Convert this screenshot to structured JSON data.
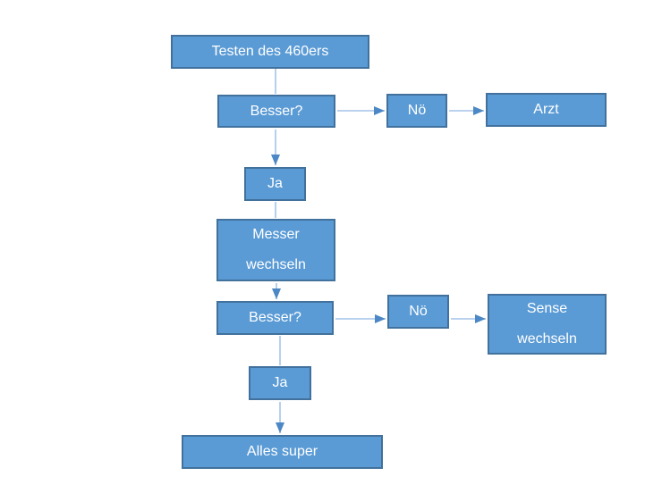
{
  "diagram": {
    "type": "flowchart",
    "language": "de"
  },
  "colors": {
    "box_fill": "#5B9BD5",
    "box_border": "#41719C",
    "connector_line": "#A3C4E9",
    "connector_head": "#4C87C6",
    "text": "#FFFFFF",
    "background": "#FFFFFF"
  },
  "nodes": {
    "testen": {
      "label": "Testen des 460ers"
    },
    "besser1": {
      "label": "Besser?"
    },
    "noe1": {
      "label": "Nö"
    },
    "arzt": {
      "label": "Arzt"
    },
    "ja1": {
      "label": "Ja"
    },
    "messer": {
      "label": "Messer wechseln"
    },
    "besser2": {
      "label": "Besser?"
    },
    "noe2": {
      "label": "Nö"
    },
    "sense": {
      "label": "Sense wechseln"
    },
    "ja2": {
      "label": "Ja"
    },
    "alles": {
      "label": "Alles super"
    }
  },
  "edges": [
    {
      "from": "testen",
      "to": "besser1",
      "arrowhead": false
    },
    {
      "from": "besser1",
      "to": "noe1",
      "arrowhead": true
    },
    {
      "from": "noe1",
      "to": "arzt",
      "arrowhead": true
    },
    {
      "from": "besser1",
      "to": "ja1",
      "arrowhead": true
    },
    {
      "from": "ja1",
      "to": "messer",
      "arrowhead": false
    },
    {
      "from": "messer",
      "to": "besser2",
      "arrowhead": true
    },
    {
      "from": "besser2",
      "to": "noe2",
      "arrowhead": true
    },
    {
      "from": "noe2",
      "to": "sense",
      "arrowhead": true
    },
    {
      "from": "besser2",
      "to": "ja2",
      "arrowhead": false
    },
    {
      "from": "ja2",
      "to": "alles",
      "arrowhead": true
    }
  ]
}
